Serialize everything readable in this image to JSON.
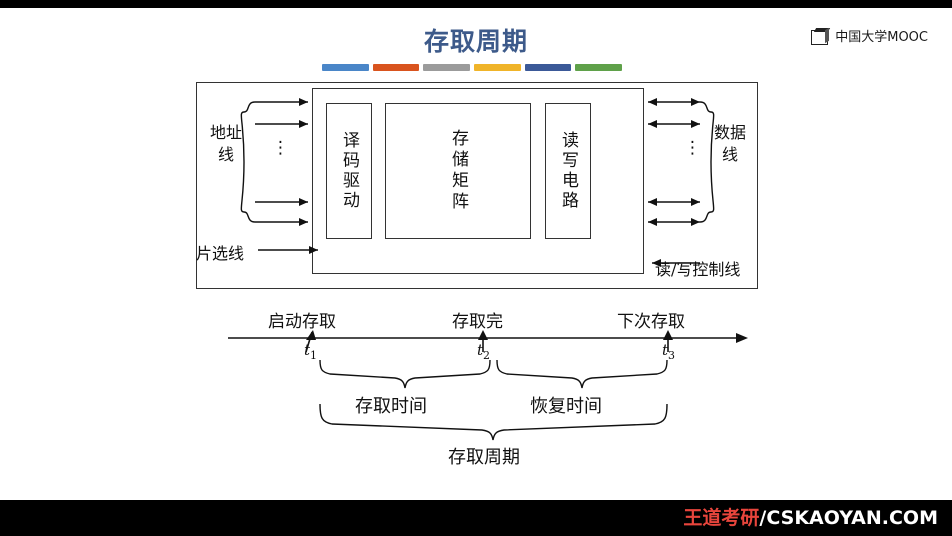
{
  "header": {
    "title": "存取周期",
    "accent_color": "#3d5a8a",
    "underline_bars": [
      "#4a86c8",
      "#d9541e",
      "#9b9b9b",
      "#f0b429",
      "#3b5998",
      "#5fa14a"
    ],
    "logo": {
      "icon": "cube-icon",
      "text": "中国大学MOOC"
    }
  },
  "diagram": {
    "blocks": [
      {
        "name": "decoder",
        "label": "译码驱动"
      },
      {
        "name": "storage-matrix",
        "label": "存储矩阵"
      },
      {
        "name": "read-write-circuit",
        "label": "读写电路"
      }
    ],
    "left_label": "地址线",
    "right_label": "数据线",
    "chip_select_label": "片选线",
    "rw_control_label": "读/写控制线",
    "vertical_dots": "⋮"
  },
  "timeline": {
    "events": [
      {
        "label": "启动存取",
        "tick": "t",
        "sub": "1"
      },
      {
        "label": "存取完",
        "tick": "t",
        "sub": "2"
      },
      {
        "label": "下次存取",
        "tick": "t",
        "sub": "3"
      }
    ],
    "spans": [
      {
        "label": "存取时间"
      },
      {
        "label": "恢复时间"
      },
      {
        "label": "存取周期"
      }
    ]
  },
  "footer": {
    "brand_cn": "王道考研",
    "brand_en": "/CSKAOYAN.COM"
  }
}
